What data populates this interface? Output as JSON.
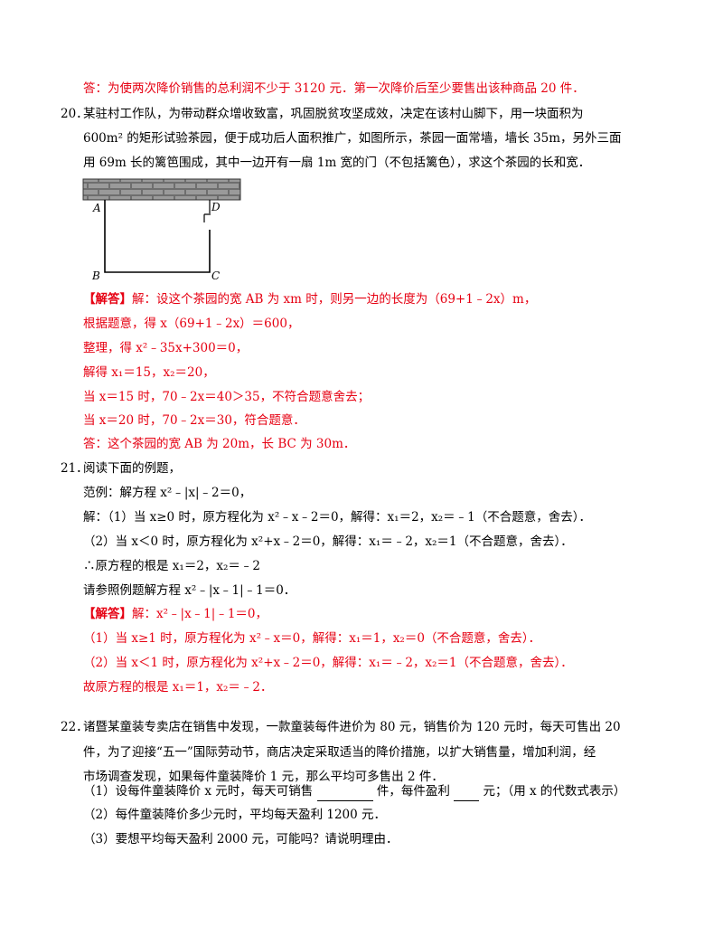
{
  "q19_answer": "答：为使两次降价销售的总利润不少于 3120 元．第一次降价后至少要售出该种商品 20 件．",
  "q20": {
    "number": "20．",
    "lines": [
      "某驻村工作队，为带动群众增收致富，巩固脱贫攻坚成效，决定在该村山脚下，用一块面积为",
      "600m² 的矩形试验茶园，便于成功后人面积推广，如图所示，茶园一面常墙，墙长 35m，另外三面",
      "用 69m 长的篱笆围成，其中一边开有一扇 1m 宽的门（不包括篱色），求这个茶园的长和宽．"
    ],
    "figure": {
      "A": "A",
      "B": "B",
      "C": "C",
      "D": "D"
    },
    "answer_tag": "【解答】",
    "answer_lines": [
      "解：设这个茶园的宽 AB 为 xm 时，则另一边的长度为（69+1﹣2x）m，",
      "根据题意，得 x（69+1﹣2x）＝600，",
      "整理，得 x²﹣35x+300＝0，",
      "解得 x₁＝15，x₂＝20，",
      "当 x＝15 时，70﹣2x＝40＞35，不符合题意舍去；",
      "当 x＝20 时，70﹣2x＝30，符合题意．",
      "答：这个茶园的宽 AB 为 20m，长 BC 为 30m．"
    ]
  },
  "q21": {
    "number": "21．",
    "lines": [
      "阅读下面的例题，",
      "范例：解方程 x²﹣|x|﹣2＝0，",
      "解：（1）当 x≥0 时，原方程化为 x²﹣x﹣2＝0，解得：x₁＝2，x₂＝﹣1（不合题意，舍去）．",
      "（2）当 x＜0 时，原方程化为 x²+x﹣2＝0，解得：x₁＝﹣2，x₂＝1（不合题意，舍去）．",
      "∴原方程的根是 x₁＝2，x₂＝﹣2",
      "请参照例题解方程 x²﹣|x﹣1|﹣1＝0．"
    ],
    "answer_tag": "【解答】",
    "answer_lines": [
      "解：x²﹣|x﹣1|﹣1＝0，",
      "（1）当 x≥1 时，原方程化为 x²﹣x＝0，解得：x₁＝1，x₂＝0（不合题意，舍去）．",
      "（2）当 x＜1 时，原方程化为 x²+x﹣2＝0，解得：x₁＝﹣2，x₂＝1（不合题意，舍去）．",
      "故原方程的根是 x₁＝1，x₂＝﹣2．"
    ]
  },
  "q22": {
    "number": "22．",
    "lines": [
      "诸暨某童装专卖店在销售中发现，一款童装每件进价为 80 元，销售价为 120 元时，每天可售出 20",
      "件，为了迎接“五一”国际劳动节，商店决定采取适当的降价措施，以扩大销售量，增加利润，经",
      "市场调查发现，如果每件童装降价 1 元，那么平均可多售出 2 件．"
    ],
    "sub1_a": "（1）设每件童装降价 x 元时，每天可销售",
    "sub1_b": "件，每件盈利",
    "sub1_c": "元；（用 x 的代数式表示）",
    "sub2": "（2）每件童装降价多少元时，平均每天盈利 1200 元．",
    "sub3": "（3）要想平均每天盈利 2000 元，可能吗？请说明理由．"
  }
}
